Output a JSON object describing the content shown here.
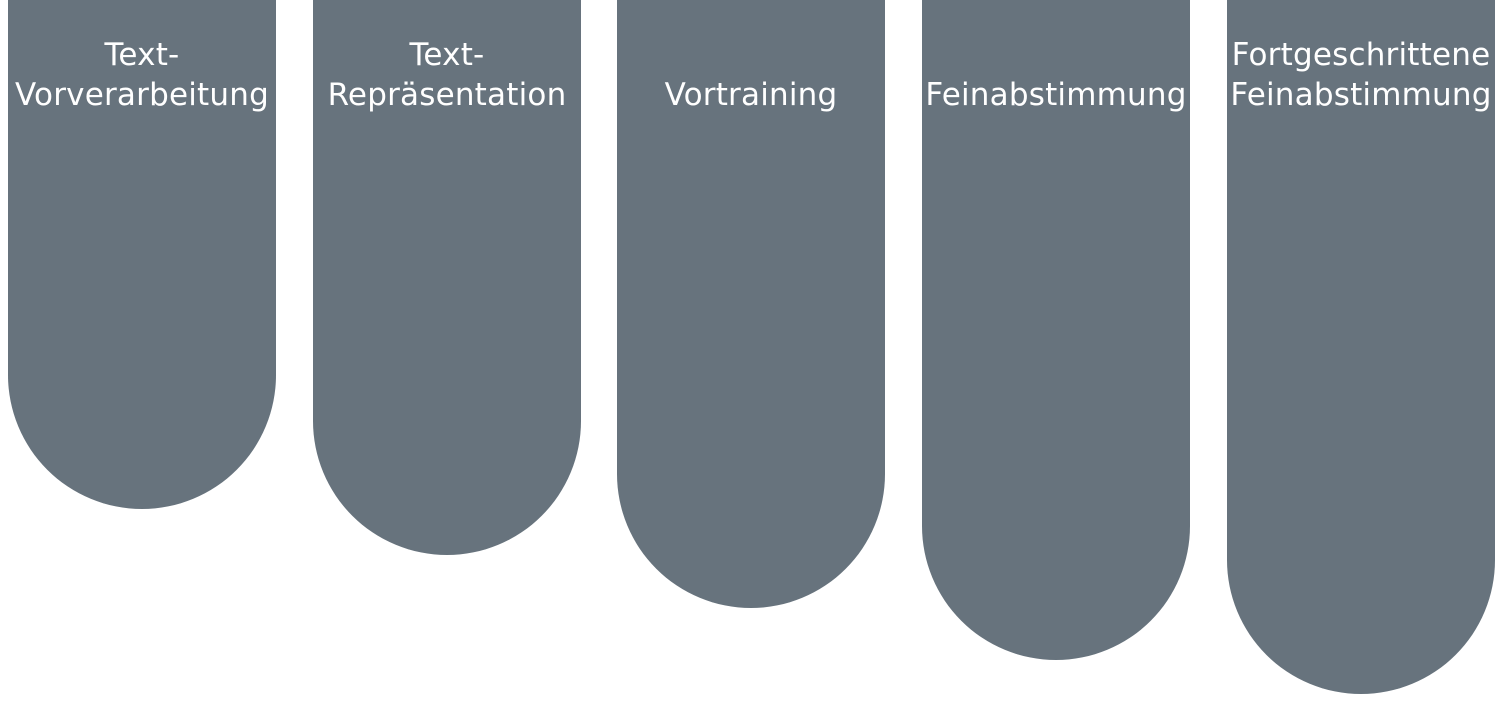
{
  "colors": {
    "pill": "#67737d",
    "text": "#ffffff",
    "background": "#ffffff"
  },
  "stages": [
    {
      "label": "Text-\nVorverarbeitung"
    },
    {
      "label": "Text-\nRepräsentation"
    },
    {
      "label": "Vortraining"
    },
    {
      "label": "Feinabstimmung"
    },
    {
      "label": "Fortgeschrittene\nFeinabstimmung"
    }
  ]
}
